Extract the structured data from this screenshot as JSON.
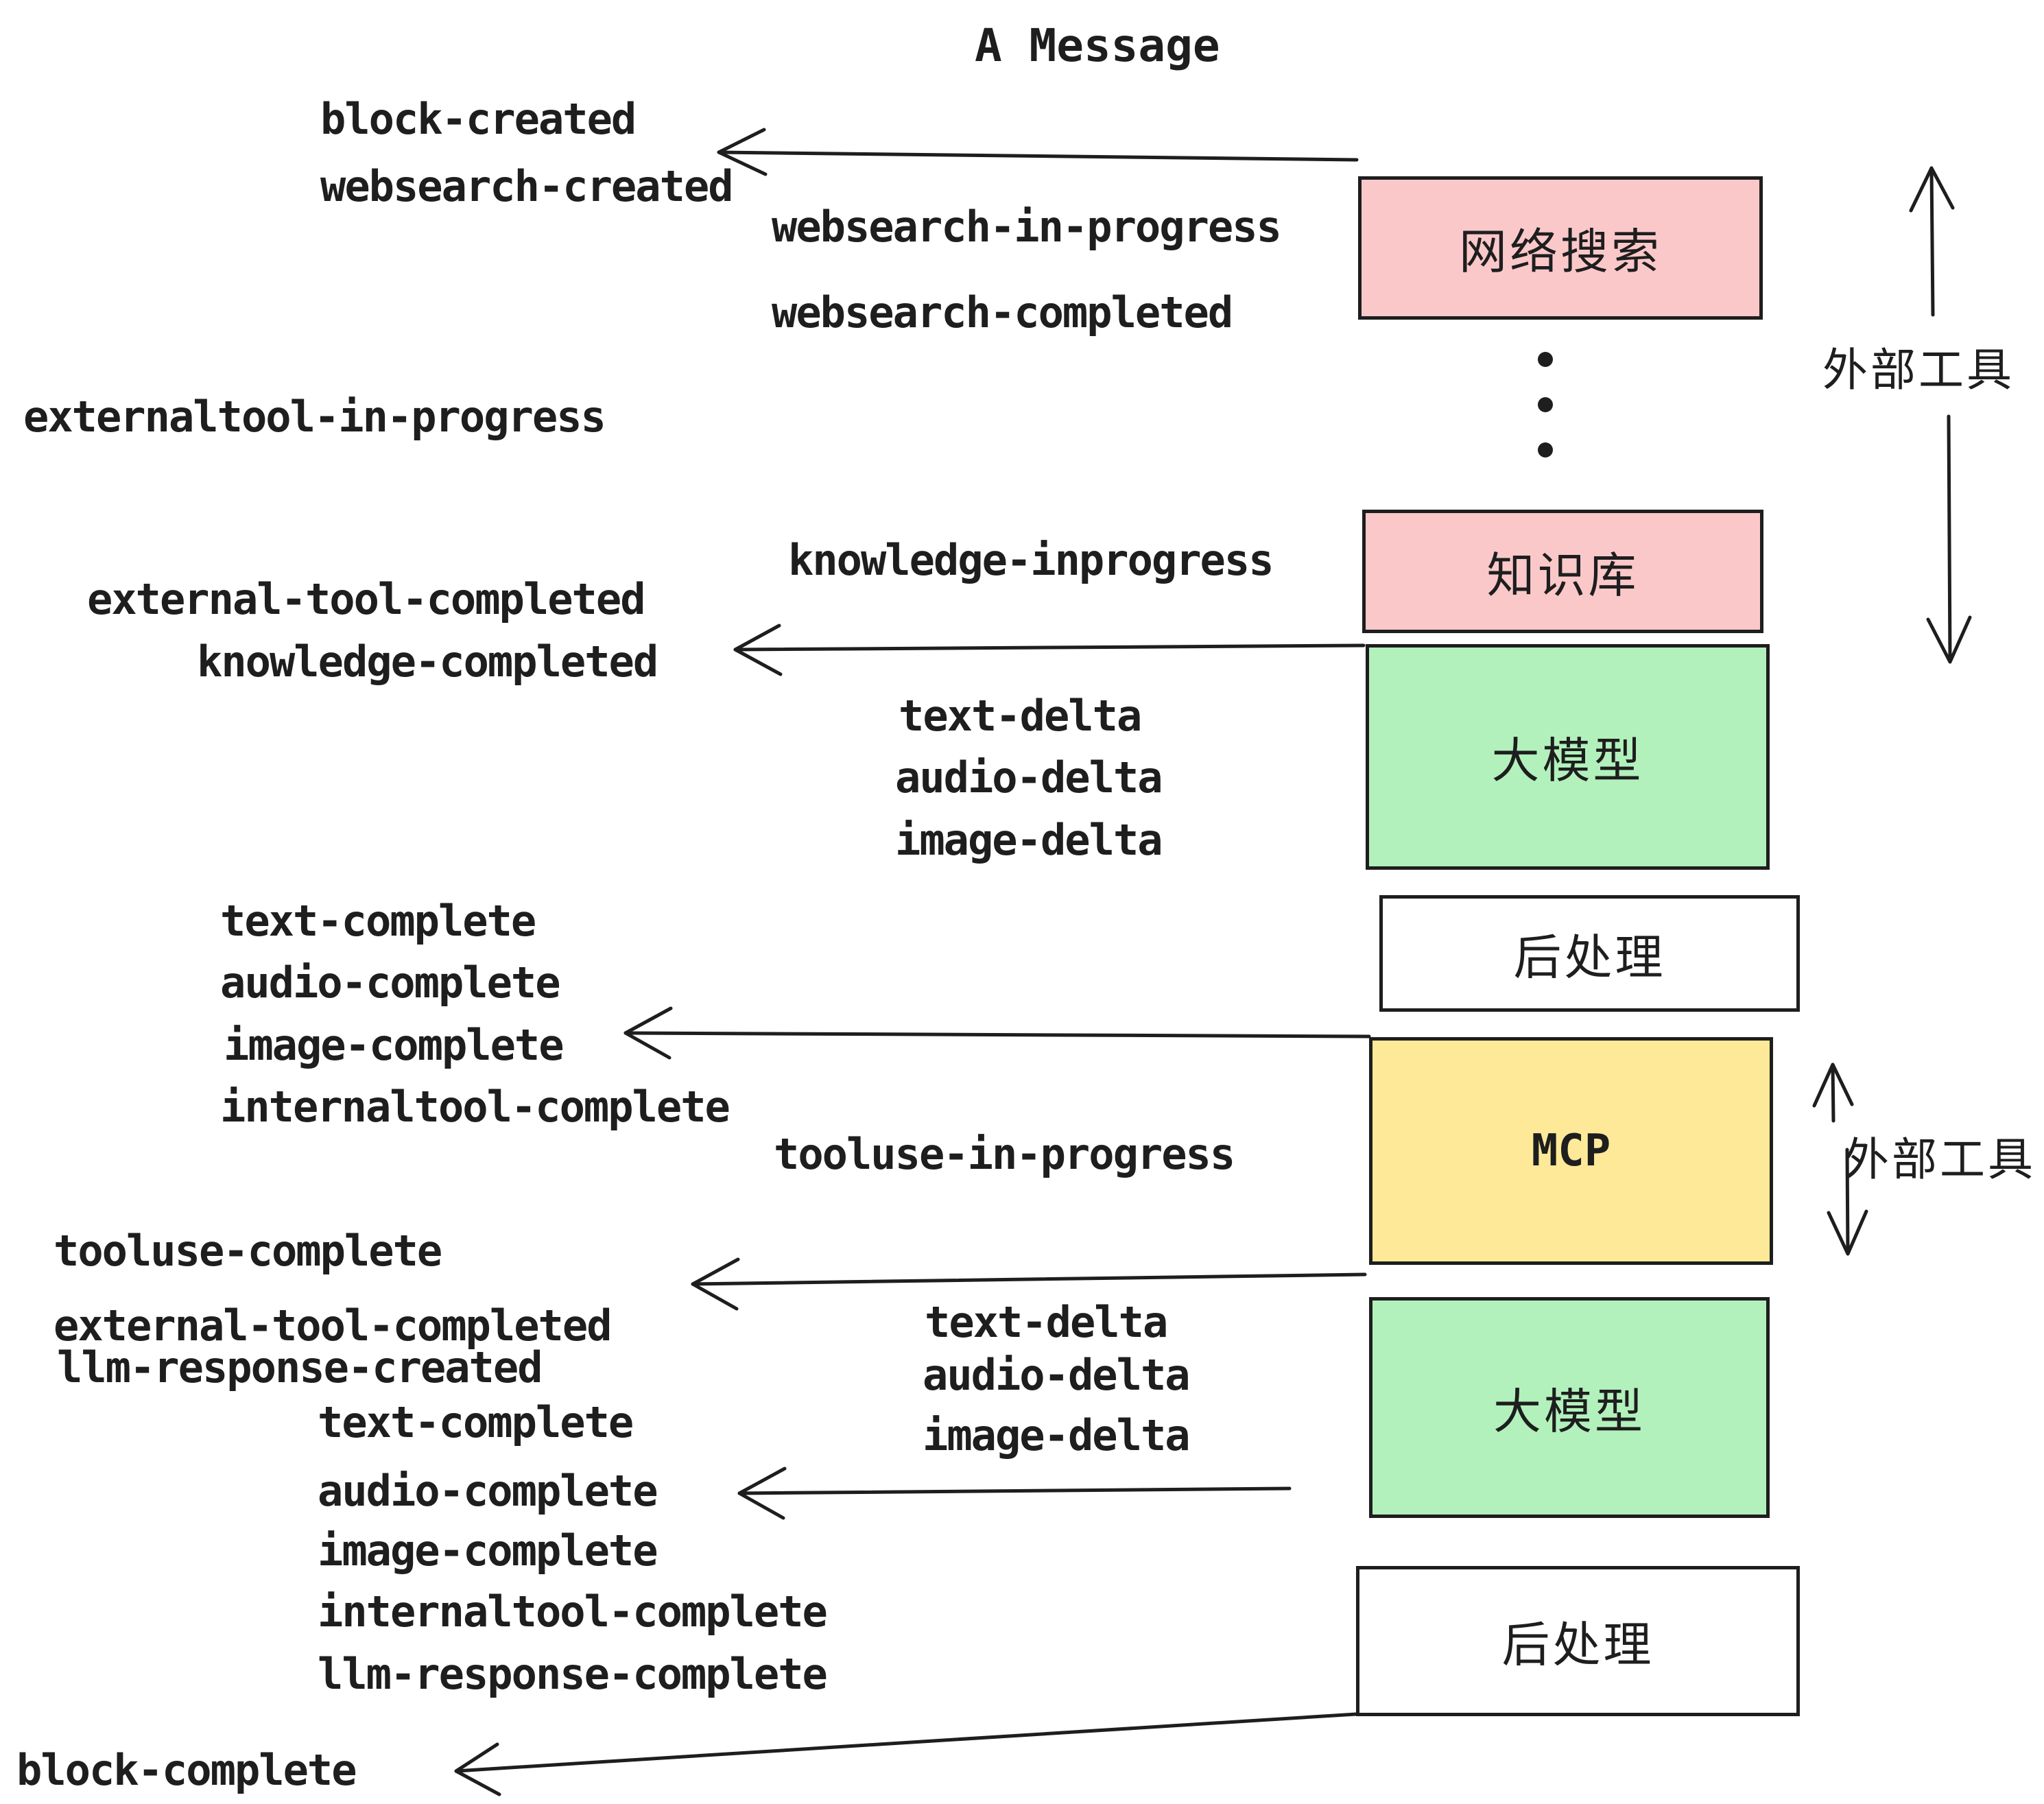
{
  "title": "A Message",
  "colors": {
    "ink": "#1e1e1e",
    "pink": "#FBC8CA",
    "green": "#B2F1BC",
    "yellow": "#FDE998",
    "white": "#ffffff"
  },
  "boxes": [
    {
      "label": "网络搜索",
      "color": "pink"
    },
    {
      "label": "知识库",
      "color": "pink"
    },
    {
      "label": "大模型",
      "color": "green"
    },
    {
      "label": "后处理",
      "color": "white"
    },
    {
      "label": "MCP",
      "color": "yellow"
    },
    {
      "label": "大模型",
      "color": "green"
    },
    {
      "label": "后处理",
      "color": "white"
    }
  ],
  "side_labels": [
    {
      "text": "外部工具"
    },
    {
      "text": "外部工具"
    }
  ],
  "icons": [
    {
      "name": "arrow-left"
    },
    {
      "name": "arrow-up"
    },
    {
      "name": "arrow-down"
    },
    {
      "name": "vertical-ellipsis-dots"
    }
  ],
  "events": [
    {
      "text": "block-created"
    },
    {
      "text": "websearch-created"
    },
    {
      "text": "websearch-in-progress"
    },
    {
      "text": "websearch-completed"
    },
    {
      "text": "externaltool-in-progress"
    },
    {
      "text": "knowledge-inprogress"
    },
    {
      "text": "external-tool-completed"
    },
    {
      "text": "knowledge-completed"
    },
    {
      "text": "text-delta"
    },
    {
      "text": "audio-delta"
    },
    {
      "text": "image-delta"
    },
    {
      "text": "text-complete"
    },
    {
      "text": "audio-complete"
    },
    {
      "text": "image-complete"
    },
    {
      "text": "internaltool-complete"
    },
    {
      "text": "tooluse-in-progress"
    },
    {
      "text": "tooluse-complete"
    },
    {
      "text": "external-tool-completed"
    },
    {
      "text": "llm-response-created"
    },
    {
      "text": "text-complete"
    },
    {
      "text": "audio-complete"
    },
    {
      "text": "image-complete"
    },
    {
      "text": "internaltool-complete"
    },
    {
      "text": "llm-response-complete"
    },
    {
      "text": "block-complete"
    },
    {
      "text": "text-delta"
    },
    {
      "text": "audio-delta"
    },
    {
      "text": "image-delta"
    }
  ]
}
